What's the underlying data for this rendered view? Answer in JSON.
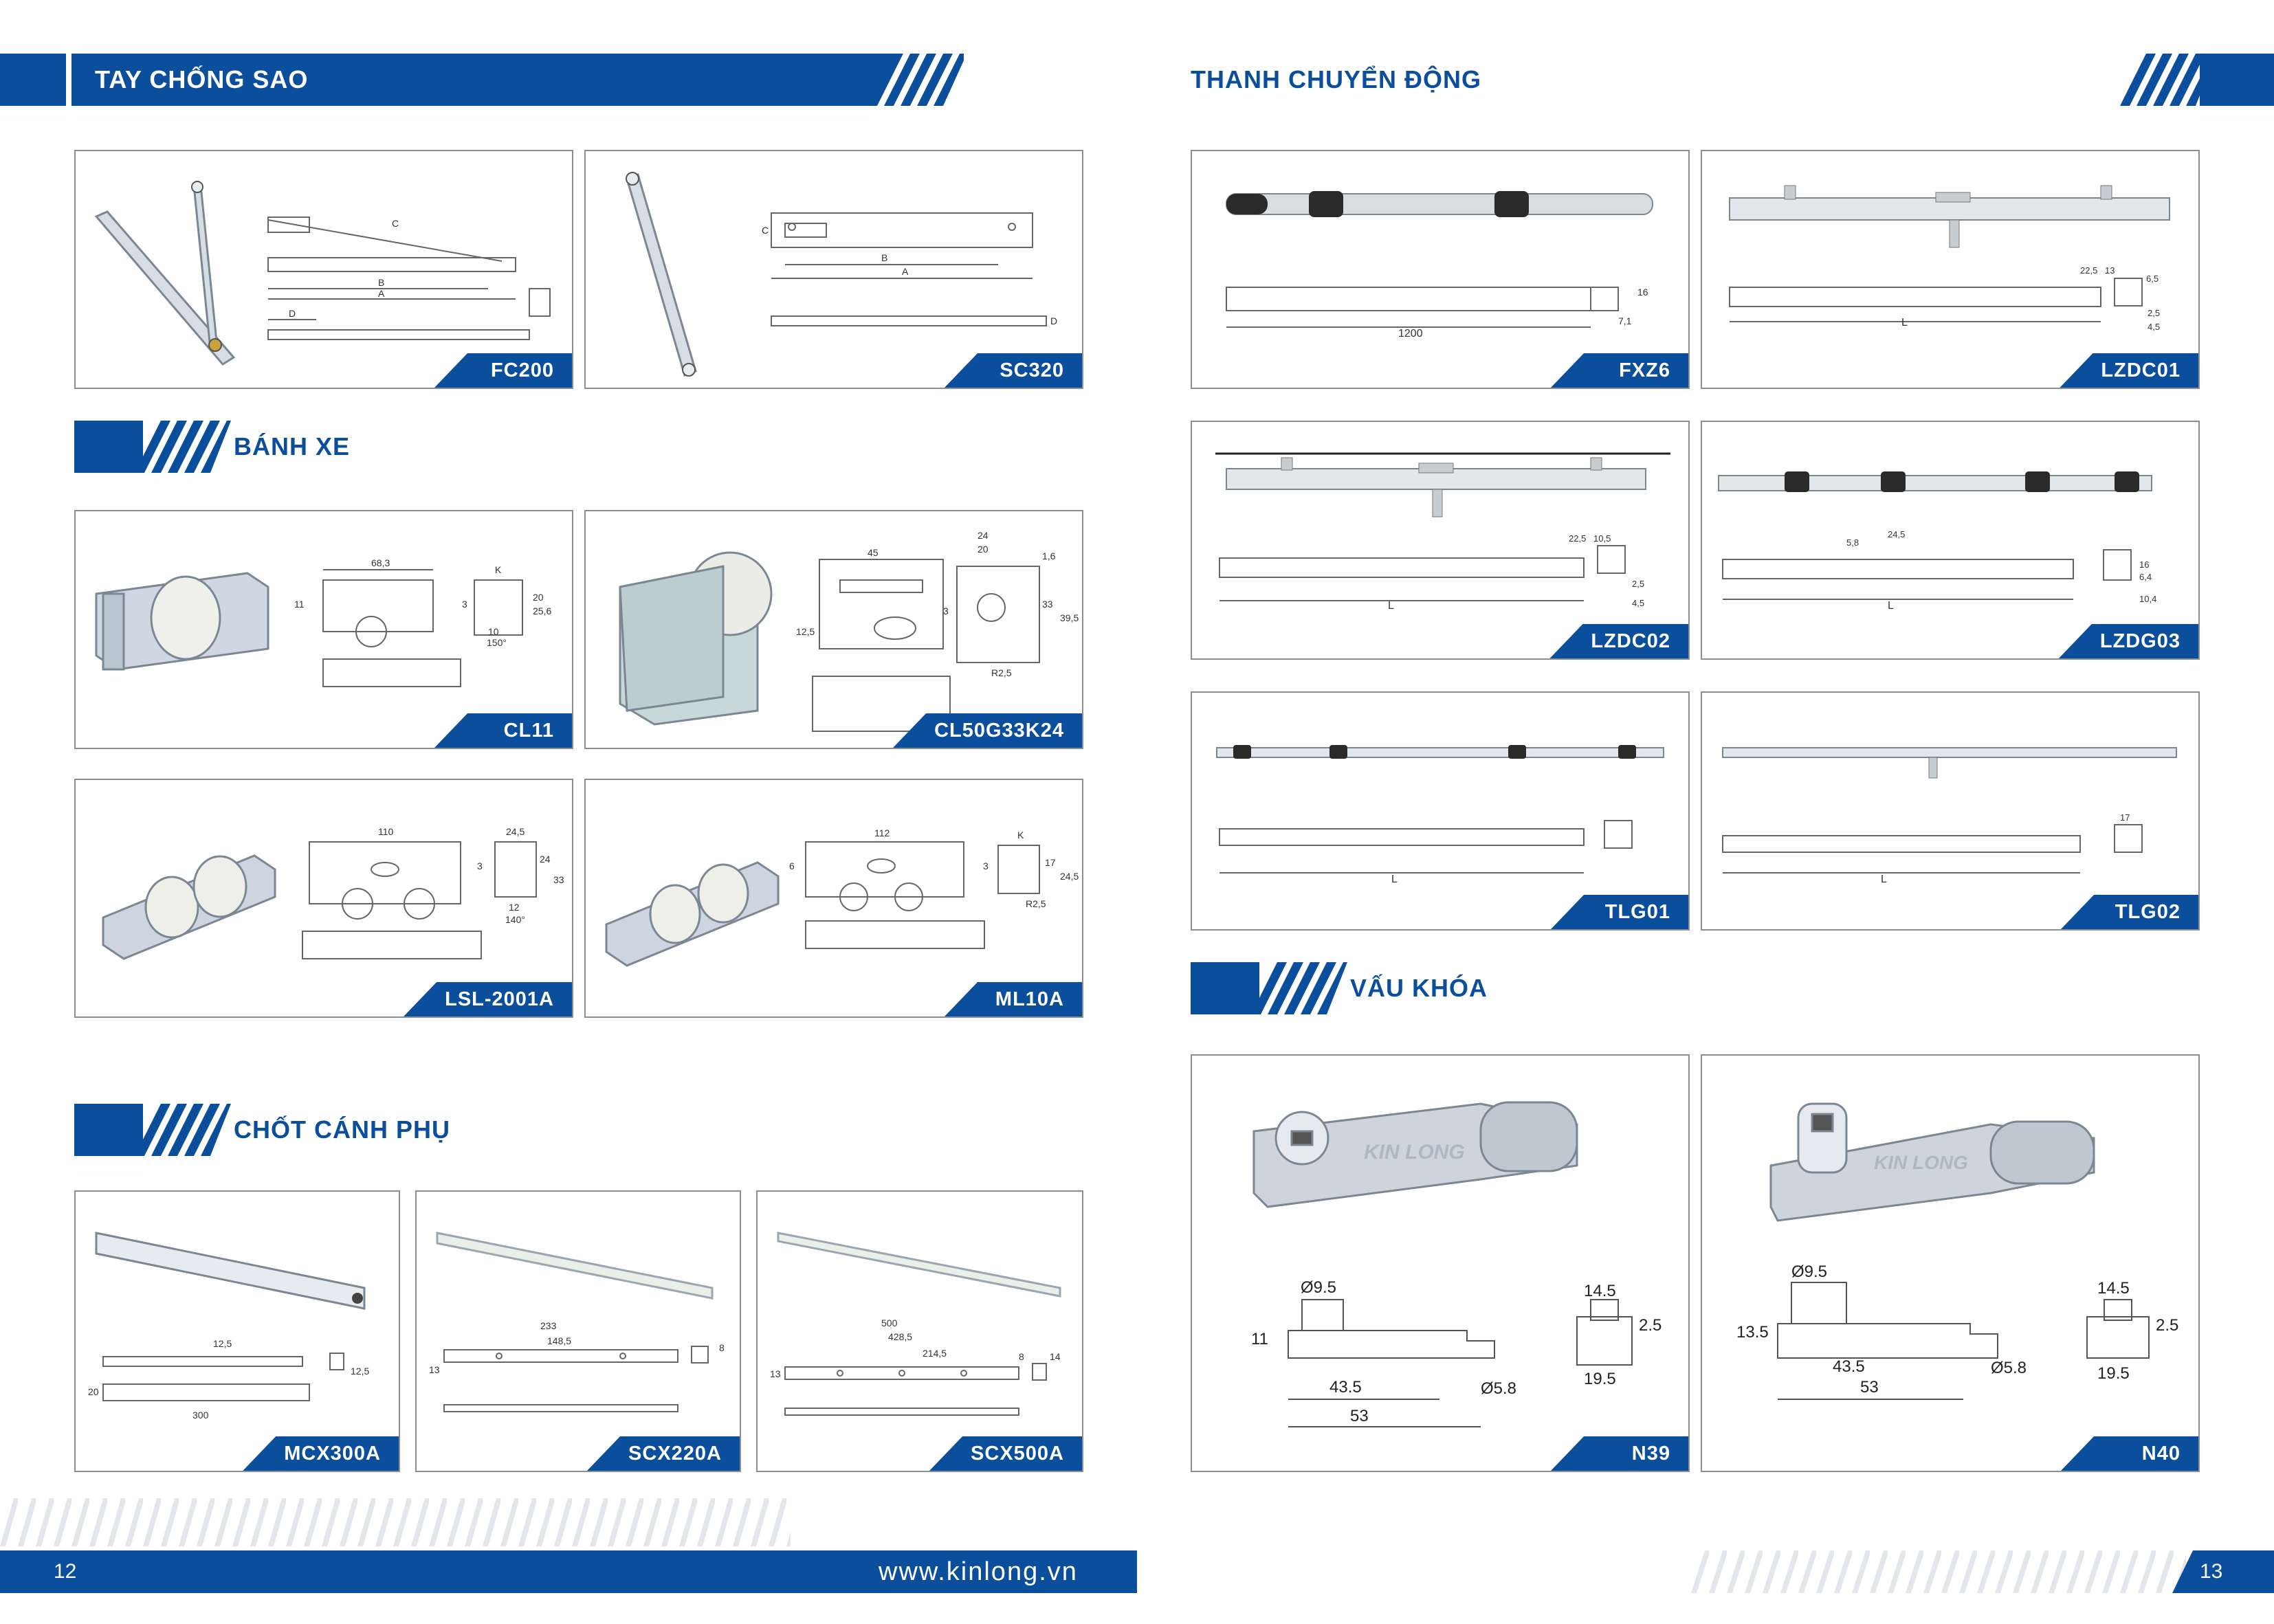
{
  "sections": {
    "tay_chong_sao": "TAY CHỐNG SAO",
    "banh_xe": "BÁNH XE",
    "chot_canh_phu": "CHỐT CÁNH PHỤ",
    "thanh_chuyen_dong": "THANH CHUYỂN ĐỘNG",
    "vau_khoa": "VẤU KHÓA"
  },
  "products": {
    "fc200": "FC200",
    "sc320": "SC320",
    "cl11": "CL11",
    "cl50": "CL50G33K24",
    "lsl": "LSL-2001A",
    "ml10a": "ML10A",
    "mcx300a": "MCX300A",
    "scx220a": "SCX220A",
    "scx500a": "SCX500A",
    "fxz6": "FXZ6",
    "lzdc01": "LZDC01",
    "lzdc02": "LZDC02",
    "lzdg03": "LZDG03",
    "tlg01": "TLG01",
    "tlg02": "TLG02",
    "n39": "N39",
    "n40": "N40"
  },
  "dims": {
    "fc200": [
      "B",
      "A",
      "C",
      "D"
    ],
    "sc320": [
      "B",
      "A",
      "C",
      "D"
    ],
    "cl11": [
      "68,3",
      "K",
      "11",
      "20",
      "25,6",
      "10",
      "150°",
      "3"
    ],
    "cl50": [
      "45",
      "24",
      "20",
      "1,6",
      "33",
      "39,5",
      "12,5",
      "R2,5",
      "3"
    ],
    "lsl": [
      "110",
      "24,5",
      "24",
      "33",
      "12",
      "140°",
      "3"
    ],
    "ml10a": [
      "112",
      "K",
      "17",
      "24,5",
      "R2,5",
      "3",
      "6"
    ],
    "mcx300a": [
      "12,5",
      "300",
      "20",
      "12,5"
    ],
    "scx220a": [
      "233",
      "148,5",
      "13",
      "8"
    ],
    "scx500a": [
      "500",
      "428,5",
      "214,5",
      "13",
      "8",
      "14"
    ],
    "fxz6": [
      "1200",
      "16",
      "7,1"
    ],
    "lzdc01": [
      "L",
      "22,5",
      "13",
      "6,5",
      "2,5",
      "4,5"
    ],
    "lzdc02": [
      "L",
      "22,5",
      "10,5",
      "2,5",
      "4,5"
    ],
    "lzdg03": [
      "L",
      "5,8",
      "24,5",
      "6,4",
      "16",
      "10,4"
    ],
    "tlg01": [
      "L"
    ],
    "tlg02": [
      "L",
      "17"
    ],
    "n39": [
      "Ø9.5",
      "11",
      "43.5",
      "53",
      "Ø5.8",
      "14.5",
      "2.5",
      "19.5"
    ],
    "n40": [
      "Ø9.5",
      "13.5",
      "43.5",
      "53",
      "Ø5.8",
      "14.5",
      "2.5",
      "19.5"
    ]
  },
  "brand": {
    "stamp": "KIN LONG"
  },
  "footer": {
    "left_page": "12",
    "right_page": "13",
    "website": "www.kinlong.vn"
  },
  "colors": {
    "brand_blue": "#0b4f9c",
    "card_border": "#8a8f96",
    "stripe_gray": "#e3e6ea"
  }
}
